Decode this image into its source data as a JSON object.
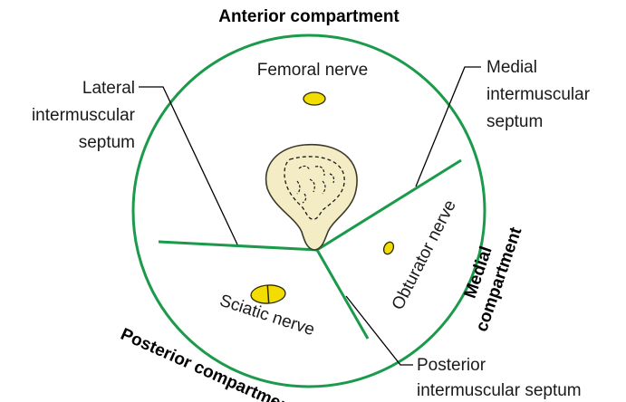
{
  "colors": {
    "compartment_outline": "#1a9a4a",
    "nerve_fill": "#f3dd00",
    "nerve_stroke": "#2a2a00",
    "bone_fill": "#f3ecc4",
    "bone_stroke": "#3a3a2a"
  },
  "labels": {
    "anterior_compartment": "Anterior compartment",
    "posterior_compartment": "Posterior compartment",
    "medial_compartment_line1": "Medial",
    "medial_compartment_line2": "compartment",
    "femoral_nerve": "Femoral nerve",
    "sciatic_nerve": "Sciatic nerve",
    "obturator_nerve": "Obturator nerve",
    "lateral_septum_line1": "Lateral",
    "lateral_septum_line2": "intermuscular",
    "lateral_septum_line3": "septum",
    "medial_septum_line1": "Medial",
    "medial_septum_line2": "intermuscular",
    "medial_septum_line3": "septum",
    "posterior_septum_line1": "Posterior",
    "posterior_septum_line2": "intermuscular septum"
  }
}
